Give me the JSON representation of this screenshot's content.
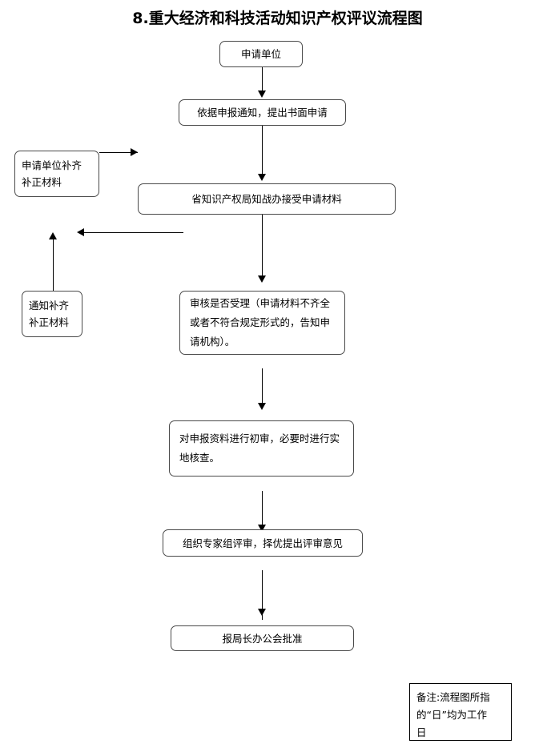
{
  "document": {
    "title": "8.重大经济和科技活动知识产权评议流程图"
  },
  "flowchart": {
    "type": "flowchart",
    "orientation": "top-to-bottom",
    "nodes": [
      {
        "id": "n1",
        "label": "申请单位",
        "shape": "rounded-rect"
      },
      {
        "id": "n2",
        "label": "依据申报通知，提出书面申请",
        "shape": "rounded-rect"
      },
      {
        "id": "n3",
        "label": "申请单位补齐补正材料",
        "shape": "rounded-rect",
        "line1": "申请单位补齐",
        "line2": "补正材料"
      },
      {
        "id": "n4",
        "label": "省知识产权局知战办接受申请材料",
        "shape": "rounded-rect"
      },
      {
        "id": "n5",
        "label": "通知补齐补正材料",
        "shape": "rounded-rect",
        "line1": "通知补齐",
        "line2": "补正材料"
      },
      {
        "id": "n6",
        "label": "审核是否受理（申请材料不齐全或者不符合规定形式的，告知申请机构）。",
        "shape": "rounded-rect"
      },
      {
        "id": "n7",
        "label": "对申报资料进行初审，必要时进行实地核查。",
        "shape": "rounded-rect"
      },
      {
        "id": "n8",
        "label": "组织专家组评审，择优提出评审意见",
        "shape": "rounded-rect"
      },
      {
        "id": "n9",
        "label": "报局长办公会批准",
        "shape": "rounded-rect"
      }
    ],
    "edges": [
      {
        "from": "n1",
        "to": "n2",
        "direction": "down"
      },
      {
        "from": "n2",
        "to": "n4",
        "direction": "down"
      },
      {
        "from": "n3",
        "to": "n4",
        "direction": "right"
      },
      {
        "from": "n4",
        "to": "n6",
        "direction": "down"
      },
      {
        "from": "n6",
        "to": "n5",
        "direction": "left-then-up"
      },
      {
        "from": "n6",
        "to": "n7",
        "direction": "down"
      },
      {
        "from": "n7",
        "to": "n8",
        "direction": "down"
      },
      {
        "from": "n8",
        "to": "n9",
        "direction": "down"
      }
    ]
  },
  "note": {
    "line1": "备注:流程图所指",
    "line2": "的“日”均为工作",
    "line3": "日",
    "full": "备注:流程图所指的“日”均为工作日"
  },
  "colors": {
    "background": "#ffffff",
    "text": "#000000",
    "node_border": "#4a4a4a",
    "connector": "#000000",
    "note_border": "#000000"
  }
}
